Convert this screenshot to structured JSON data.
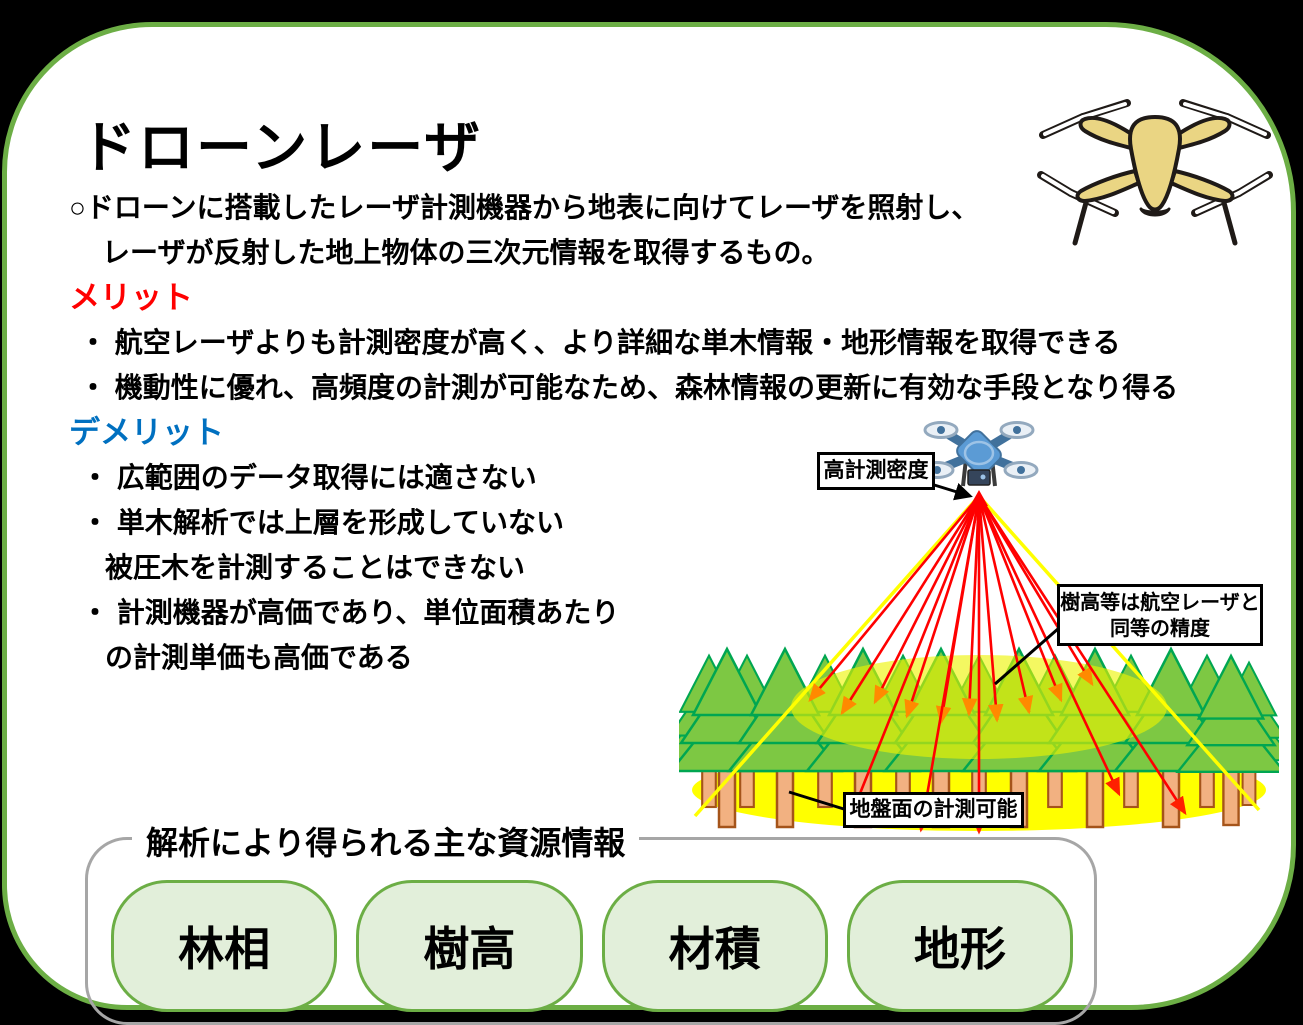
{
  "window": {
    "title": "ドローンレーザ"
  },
  "colors": {
    "page_border": "#6CAE45",
    "merit_heading": "#FF0000",
    "demerit_heading": "#0070C0",
    "laser_red": "#FF0000",
    "cone_yellow": "#FFFF00",
    "ground_yellow": "#FFFF00",
    "canopy_highlight": "#EEF400",
    "tree_green": "#7DC843",
    "tree_outline": "#00A651",
    "trunk_tan": "#F2B181",
    "pill_fill": "#E2EFDA",
    "pill_border": "#6CAE45",
    "groupbox_border": "#A6A6A6",
    "drone_tan": "#EAD583",
    "drone_blue": "#5B9BD5"
  },
  "icons": {
    "header_drone": "drone-top-view-icon",
    "diagram_drone": "quadcopter-icon"
  },
  "description": {
    "lines": [
      "○ドローンに搭載したレーザ計測機器から地表に向けてレーザを照射し、",
      "レーザが反射した地上物体の三次元情報を取得するもの。"
    ]
  },
  "merits": {
    "heading": "メリット",
    "lines": [
      "・ 航空レーザよりも計測密度が高く、より詳細な単木情報・地形情報を取得できる",
      "・ 機動性に優れ、高頻度の計測が可能なため、森林情報の更新に有効な手段となり得る"
    ]
  },
  "demerits": {
    "heading": "デメリット",
    "lines": [
      "・ 広範囲のデータ取得には適さない",
      "・ 単木解析では上層を形成していない",
      "被圧木を計測することはできない",
      "・ 計測機器が高価であり、単位面積あたり",
      "の計測単価も高価である"
    ]
  },
  "diagram": {
    "density_label": "高計測密度",
    "accuracy_line1": "樹高等は航空レーザと",
    "accuracy_line2": "同等の精度",
    "ground_label": "地盤面の計測可能"
  },
  "resources": {
    "title": "解析により得られる主な資源情報",
    "items": [
      {
        "label": "林相"
      },
      {
        "label": "樹高"
      },
      {
        "label": "材積"
      },
      {
        "label": "地形"
      }
    ]
  }
}
